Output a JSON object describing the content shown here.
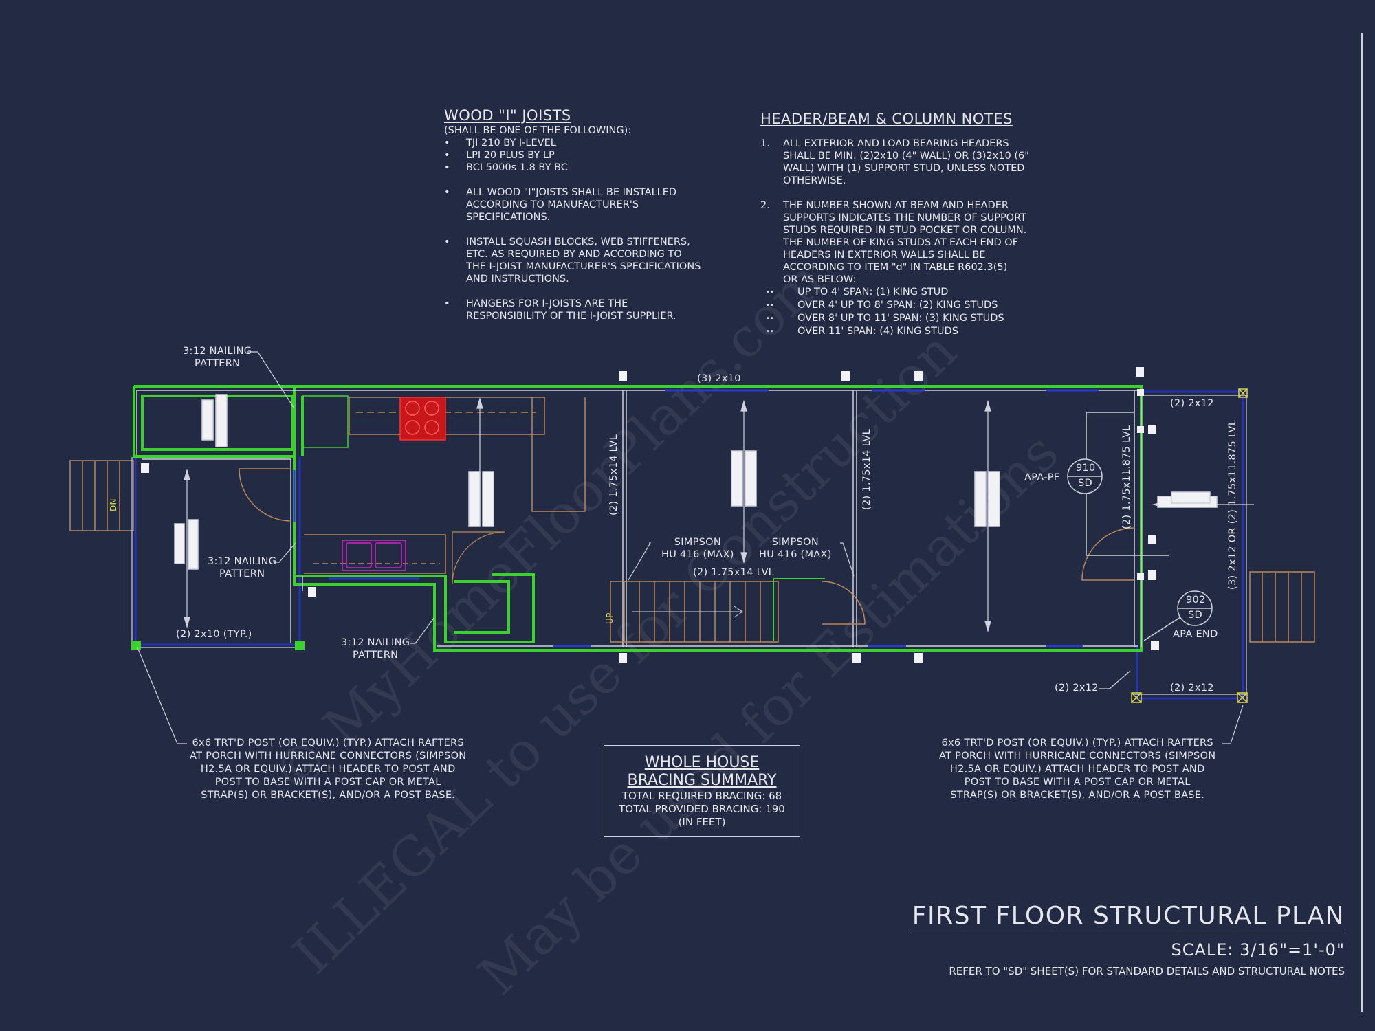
{
  "joists": {
    "title": "WOOD \"I\" JOISTS",
    "subtitle": "(SHALL BE ONE OF THE FOLLOWING):",
    "items": [
      "TJI 210 BY I-LEVEL",
      "LPI 20 PLUS BY LP",
      "BCI 5000s 1.8 BY BC"
    ],
    "notes": [
      "ALL WOOD \"I\"JOISTS SHALL BE INSTALLED\nACCORDING TO MANUFACTURER'S\nSPECIFICATIONS.",
      "INSTALL SQUASH BLOCKS, WEB STIFFENERS,\nETC. AS REQUIRED BY AND ACCORDING TO\nTHE I-JOIST MANUFACTURER'S SPECIFICATIONS\nAND INSTRUCTIONS.",
      "HANGERS FOR I-JOISTS ARE THE\nRESPONSIBILITY OF THE I-JOIST SUPPLIER."
    ]
  },
  "header_notes": {
    "title": "HEADER/BEAM & COLUMN NOTES",
    "n1_num": "1.",
    "n1": "ALL EXTERIOR AND LOAD BEARING HEADERS\nSHALL BE MIN. (2)2x10 (4\" WALL) OR (3)2x10 (6\"\nWALL) WITH (1) SUPPORT STUD, UNLESS NOTED\nOTHERWISE.",
    "n2_num": "2.",
    "n2": "THE NUMBER SHOWN AT BEAM AND HEADER\nSUPPORTS INDICATES THE NUMBER OF SUPPORT\nSTUDS REQUIRED IN STUD POCKET OR COLUMN.\nTHE NUMBER OF KING STUDS AT EACH END OF\nHEADERS IN EXTERIOR WALLS SHALL BE\nACCORDING TO ITEM \"d\" IN TABLE R602.3(5)\nOR AS BELOW:",
    "spans": [
      "UP TO 4' SPAN: (1) KING STUD",
      "OVER 4' UP TO 8' SPAN: (2) KING STUDS",
      "OVER 8' UP TO 11' SPAN: (3) KING STUDS",
      "OVER 11' SPAN: (4) KING STUDS"
    ]
  },
  "labels": {
    "nail_top": "3:12 NAILING\nPATTERN",
    "nail_mid": "3:12 NAILING\nPATTERN",
    "nail_bot": "3:12 NAILING\nPATTERN",
    "header_3_2x10": "(3) 2x10",
    "lvl_left": "(2) 1.75x14 LVL",
    "lvl_mid": "(2) 1.75x14 LVL",
    "lvl_stair": "(2) 1.75x14 LVL",
    "lvl_right": "(2) 1.75x11.875 LVL",
    "lvl_far_right": "(3) 2x12 OR (2) 1.75x11.875 LVL",
    "simpson_left": "SIMPSON\nHU 416 (MAX)",
    "simpson_right": "SIMPSON\nHU 416 (MAX)",
    "typ_2x10": "(2) 2x10 (TYP.)",
    "top_2x12": "(2) 2x12",
    "bot_2x12_left": "(2) 2x12",
    "bot_2x12_right": "(2) 2x12",
    "apa_pf": "APA-PF",
    "detail_910_num": "910",
    "detail_910_sheet": "SD",
    "detail_902_num": "902",
    "detail_902_sheet": "SD",
    "apa_end": "APA END",
    "dn": "DN",
    "up": "UP",
    "post_left": "6x6 TRT'D POST (OR EQUIV.) (TYP.) ATTACH RAFTERS\nAT PORCH WITH HURRICANE CONNECTORS (SIMPSON\nH2.5A OR EQUIV.) ATTACH HEADER TO POST AND\nPOST TO BASE WITH A POST CAP OR METAL\nSTRAP(S) OR BRACKET(S), AND/OR A POST BASE.",
    "post_right": "6x6 TRT'D POST (OR EQUIV.) (TYP.) ATTACH RAFTERS\nAT PORCH WITH HURRICANE CONNECTORS (SIMPSON\nH2.5A OR EQUIV.) ATTACH HEADER TO POST AND\nPOST TO BASE WITH A POST CAP OR METAL\nSTRAP(S) OR BRACKET(S), AND/OR A POST BASE."
  },
  "bracing": {
    "title1": "WHOLE HOUSE",
    "title2": "BRACING SUMMARY",
    "required": "TOTAL REQUIRED BRACING: 68",
    "provided": "TOTAL PROVIDED BRACING: 190",
    "units": "(IN FEET)"
  },
  "title_block": {
    "title": "FIRST FLOOR STRUCTURAL PLAN",
    "scale": "SCALE: 3/16\"=1'-0\"",
    "ref": "REFER TO \"SD\" SHEET(S) FOR STANDARD DETAILS AND STRUCTURAL NOTES"
  },
  "watermark": {
    "line1": "© MyHomeFloorPlans.com",
    "line2": "ILLEGAL to use for Construction",
    "line3": "May be used for Estimations"
  },
  "colors": {
    "background": "#232a43",
    "wall_green": "#3cd12c",
    "line_white": "#e6e6ee",
    "blue_wall": "#2633b8",
    "brown": "#b8875a",
    "red_range": "#c8161b",
    "magenta_sink": "#b02bb0"
  }
}
